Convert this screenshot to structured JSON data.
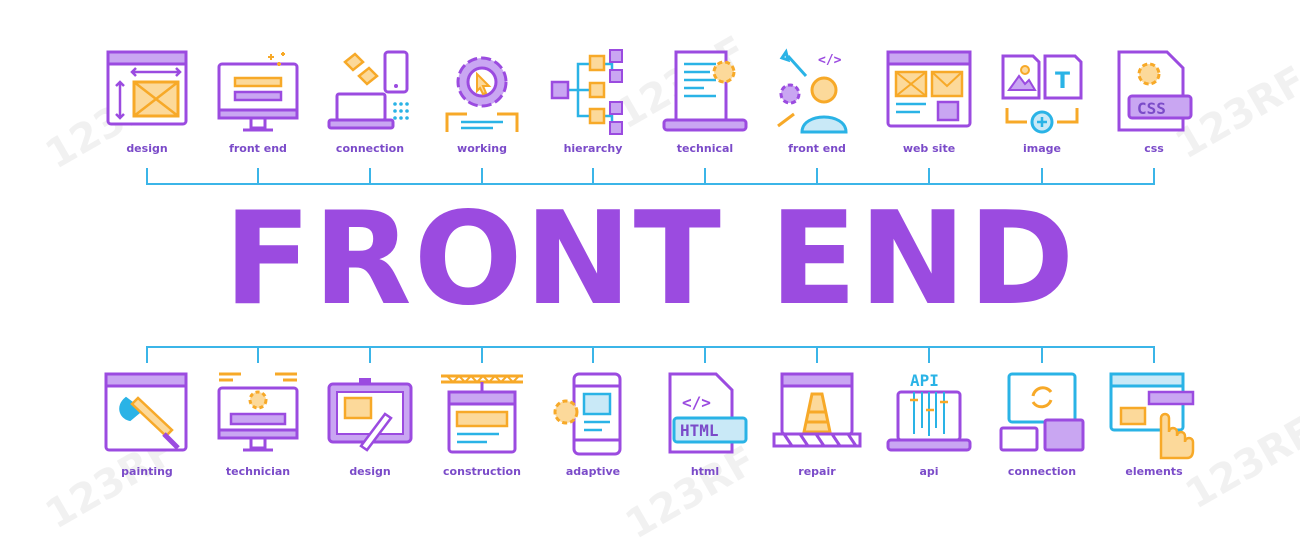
{
  "title": "FRONT END",
  "colors": {
    "purple": "#9b4be0",
    "blue": "#2ab3e6",
    "orange": "#f7a928",
    "line": "#3bb5e8",
    "label": "#7b4bc9"
  },
  "top_items": [
    {
      "label": "design",
      "icon": "browser-layout-icon"
    },
    {
      "label": "front end",
      "icon": "monitor-pencil-icon"
    },
    {
      "label": "connection",
      "icon": "laptop-phone-link-icon"
    },
    {
      "label": "working",
      "icon": "gear-cursor-icon"
    },
    {
      "label": "hierarchy",
      "icon": "hierarchy-tree-icon"
    },
    {
      "label": "technical",
      "icon": "laptop-document-gear-icon"
    },
    {
      "label": "front end",
      "icon": "developer-code-icon"
    },
    {
      "label": "web site",
      "icon": "website-layout-icon"
    },
    {
      "label": "image",
      "icon": "image-text-icon"
    },
    {
      "label": "css",
      "icon": "css-file-icon"
    }
  ],
  "bottom_items": [
    {
      "label": "painting",
      "icon": "paint-brush-icon"
    },
    {
      "label": "technician",
      "icon": "monitor-gear-icon"
    },
    {
      "label": "design",
      "icon": "tablet-stylus-icon"
    },
    {
      "label": "construction",
      "icon": "crane-browser-icon"
    },
    {
      "label": "adaptive",
      "icon": "phone-gear-icon"
    },
    {
      "label": "html",
      "icon": "html-file-icon"
    },
    {
      "label": "repair",
      "icon": "traffic-cone-icon"
    },
    {
      "label": "api",
      "icon": "api-laptop-icon"
    },
    {
      "label": "connection",
      "icon": "devices-sync-icon"
    },
    {
      "label": "elements",
      "icon": "hand-pointer-icon"
    }
  ],
  "texts": {
    "css": "CSS",
    "html": "HTML",
    "api": "API",
    "code": "</>",
    "t": "T",
    "watermark": "123RF"
  }
}
